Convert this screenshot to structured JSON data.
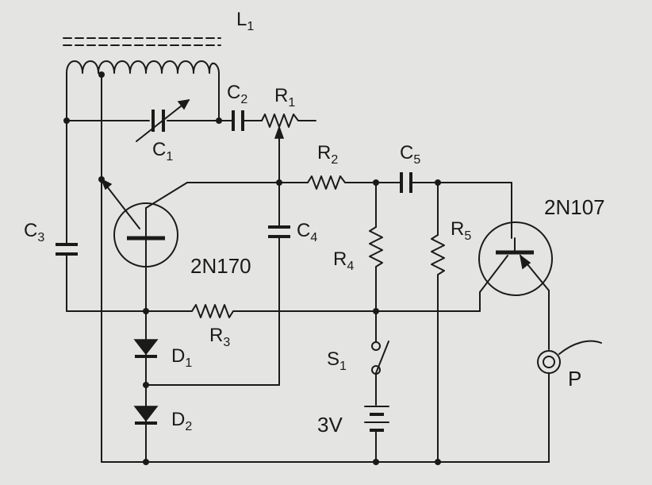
{
  "labels": {
    "L1": {
      "main": "L",
      "sub": "1"
    },
    "C1": {
      "main": "C",
      "sub": "1"
    },
    "C2": {
      "main": "C",
      "sub": "2"
    },
    "C3": {
      "main": "C",
      "sub": "3"
    },
    "C4": {
      "main": "C",
      "sub": "4"
    },
    "C5": {
      "main": "C",
      "sub": "5"
    },
    "R1": {
      "main": "R",
      "sub": "1"
    },
    "R2": {
      "main": "R",
      "sub": "2"
    },
    "R3": {
      "main": "R",
      "sub": "3"
    },
    "R4": {
      "main": "R",
      "sub": "4"
    },
    "R5": {
      "main": "R",
      "sub": "5"
    },
    "D1": {
      "main": "D",
      "sub": "1"
    },
    "D2": {
      "main": "D",
      "sub": "2"
    },
    "S1": {
      "main": "S",
      "sub": "1"
    },
    "Q1": "2N170",
    "Q2": "2N107",
    "battery": "3V",
    "phones": "P"
  },
  "colors": {
    "ink": "#1a1a1a",
    "paper": "#e4e4e2"
  }
}
